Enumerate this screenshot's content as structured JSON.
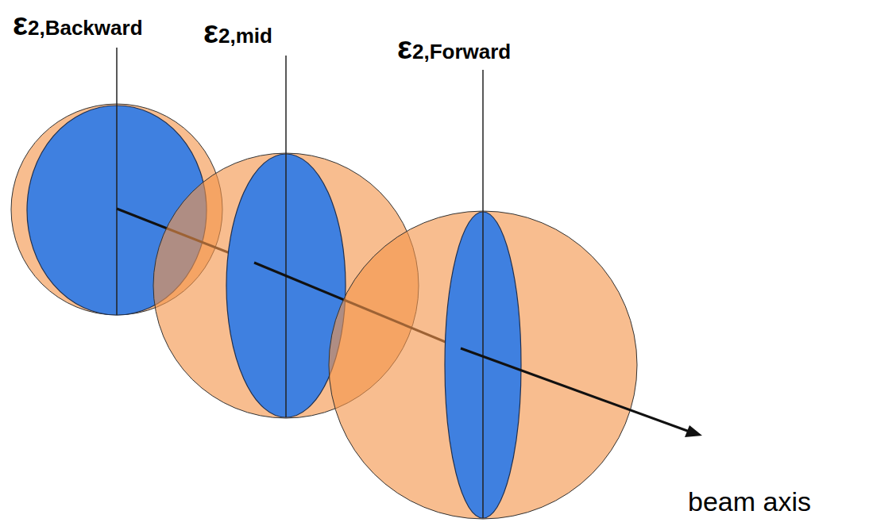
{
  "diagram": {
    "labels": [
      "ε2,Backward",
      "ε2,mid",
      "ε2,Forward",
      "beam axis"
    ]
  }
}
